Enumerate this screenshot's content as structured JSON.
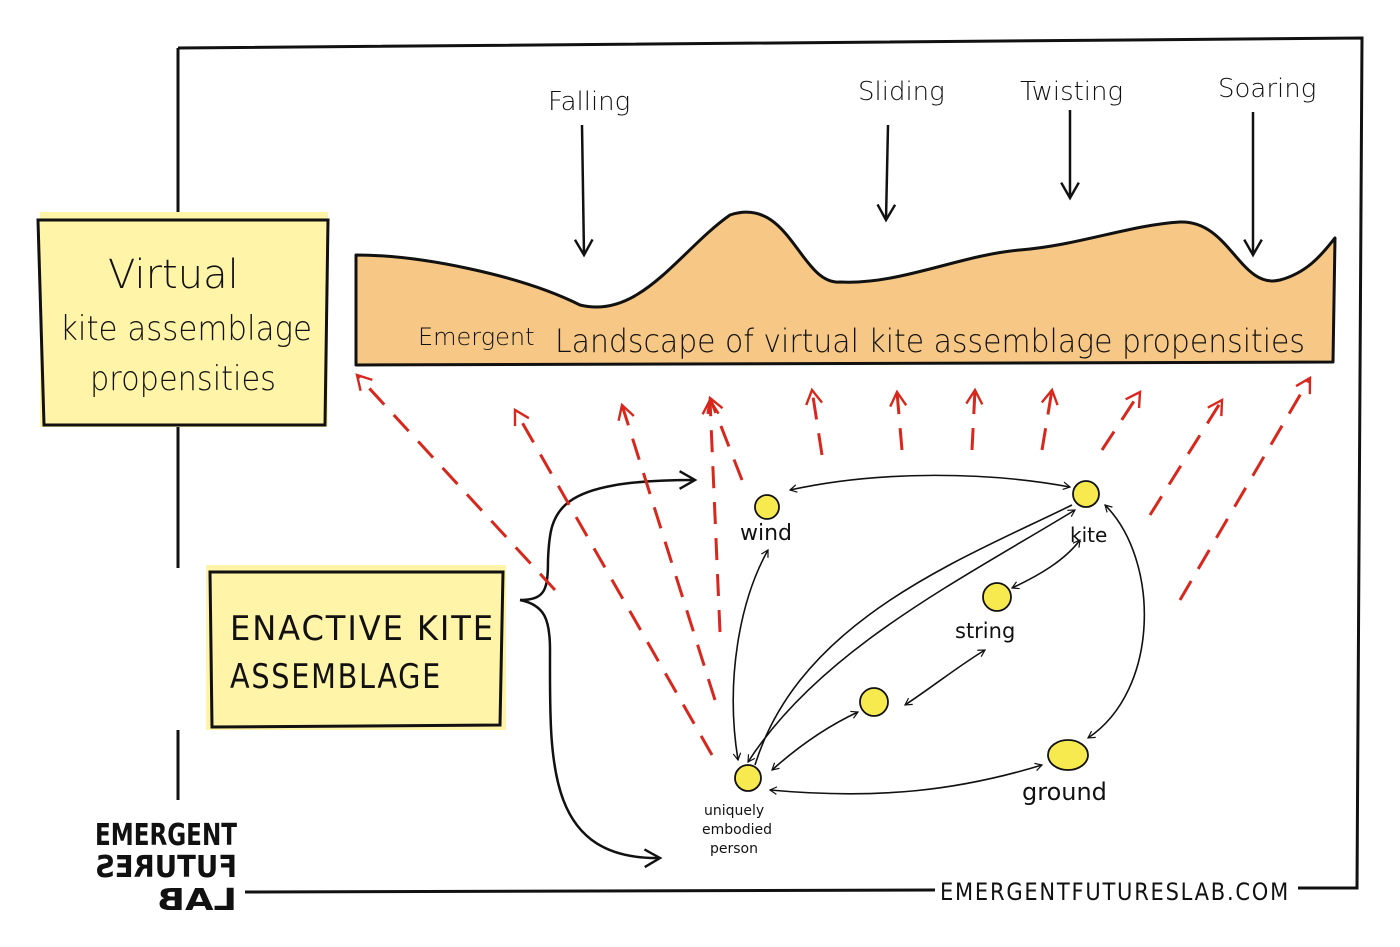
{
  "forces": [
    {
      "label": "Falling"
    },
    {
      "label": "Sliding"
    },
    {
      "label": "Twisting"
    },
    {
      "label": "Soaring"
    }
  ],
  "landscape": {
    "prefix": "Emergent",
    "label": "Landscape of virtual kite assemblage propensities",
    "fill_color": "#f7c885"
  },
  "virtual_box": {
    "line1": "Virtual",
    "line2": "kite assemblage",
    "line3": "propensities"
  },
  "enactive_box": {
    "line1": "ENACTIVE KITE",
    "line2": "ASSEMBLAGE"
  },
  "nodes": {
    "wind": "wind",
    "kite": "kite",
    "string": "string",
    "ground": "ground",
    "person_line1": "uniquely",
    "person_line2": "embodied",
    "person_line3": "person"
  },
  "logo": {
    "line1": "EMERGENT",
    "line2": "FUTURES",
    "line3": "LAB"
  },
  "website": "EMERGENTFUTURESLAB.COM",
  "colors": {
    "box_fill": "#fff4a8",
    "node_fill": "#f7ea4f",
    "arrow_red": "#d8271c",
    "ink": "#111111"
  }
}
